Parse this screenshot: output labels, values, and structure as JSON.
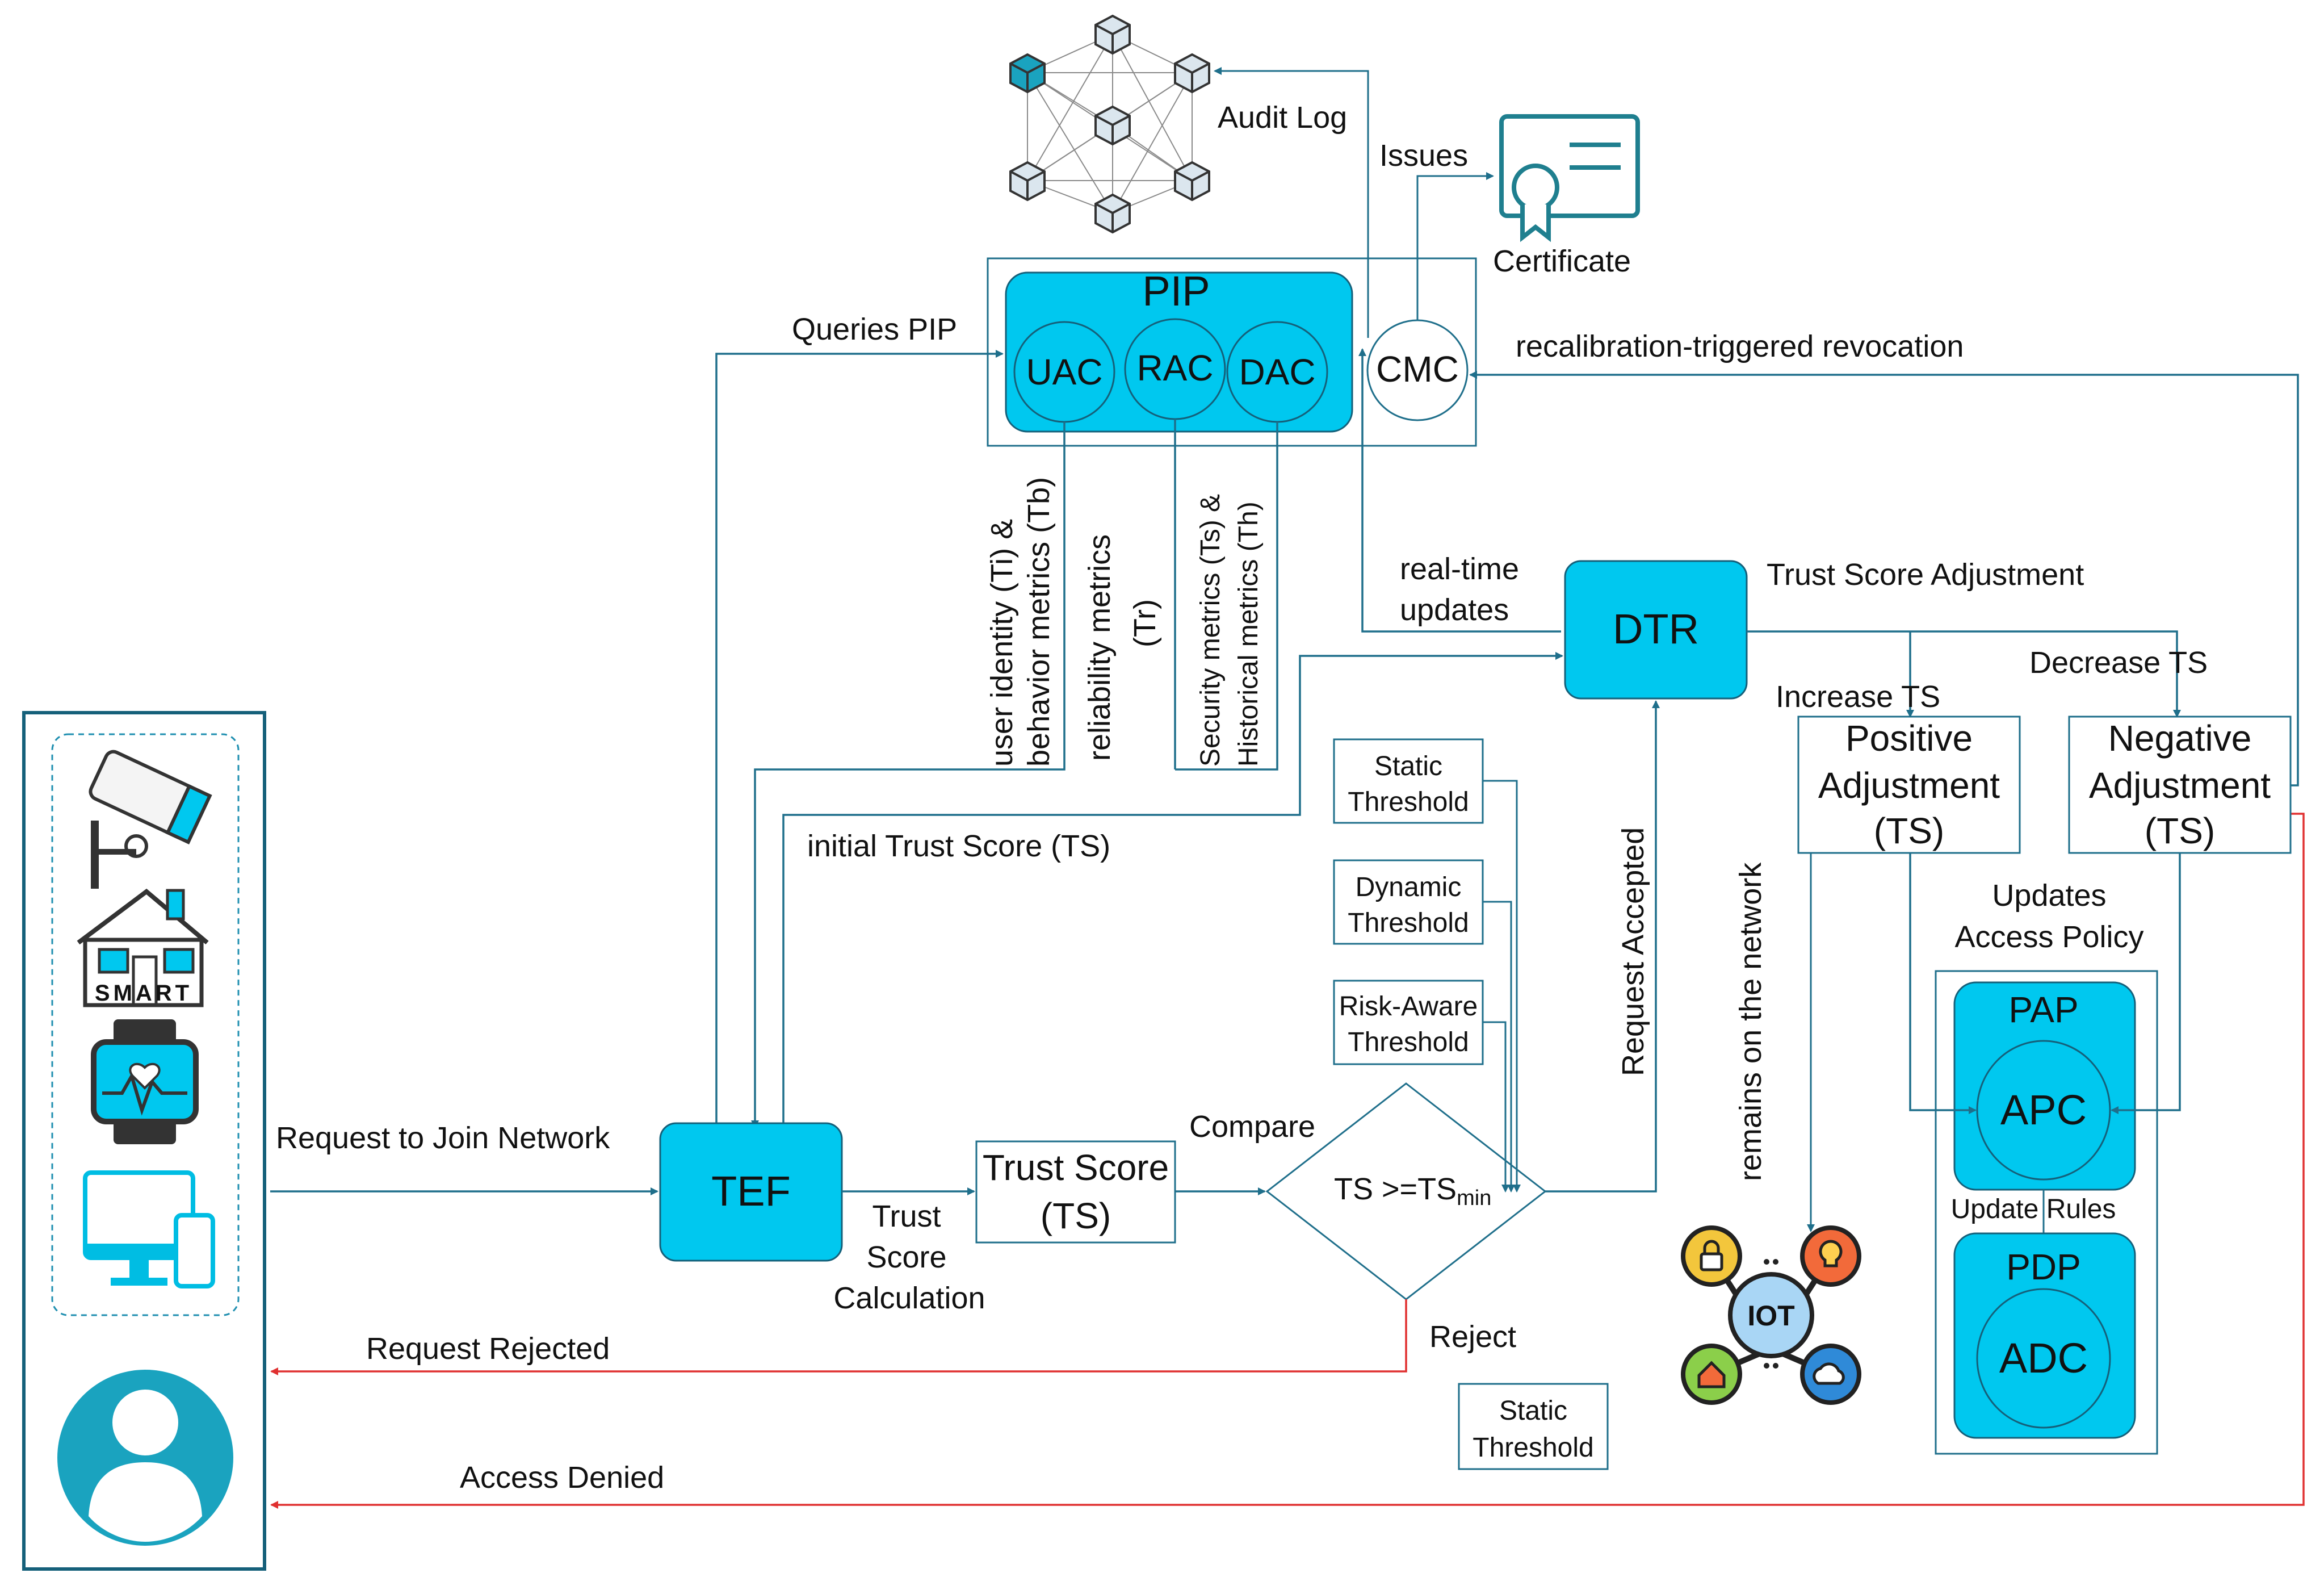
{
  "colors": {
    "accent": "#00c8ef",
    "line": "#1f6f8b",
    "reject_line": "#e03030",
    "panel_border": "#15607a",
    "avatar": "#1aa3bf"
  },
  "blockchain": {
    "icon": "blockchain-network-icon",
    "label": "Audit Log"
  },
  "certificate": {
    "icon": "certificate-icon",
    "label": "Certificate",
    "issues_label": "Issues"
  },
  "pip": {
    "title": "PIP",
    "uac": "UAC",
    "rac": "RAC",
    "dac": "DAC",
    "cmc": "CMC"
  },
  "edges": {
    "queries_pip": "Queries PIP",
    "recalibration": "recalibration-triggered revocation",
    "uac_metrics_line1": "user identity (Ti) &",
    "uac_metrics_line2": "behavior metrics (Tb)",
    "rac_metrics_line1": "reliability  metrics",
    "rac_metrics_line2": "(Tr)",
    "dac_metrics_line1": "Security metrics (Ts) &",
    "dac_metrics_line2": "Historical metrics (Th)",
    "realtime_line1": "real-time",
    "realtime_line2": "updates",
    "initial_ts": "initial Trust Score (TS)",
    "request_join": "Request to Join Network",
    "ts_calc_line1": "Trust",
    "ts_calc_line2": "Score",
    "ts_calc_line3": "Calculation",
    "compare": "Compare",
    "request_accepted": "Request Accepted",
    "request_rejected": "Request Rejected",
    "reject": "Reject",
    "access_denied": "Access Denied",
    "ts_adjustment": "Trust Score Adjustment",
    "increase_ts": "Increase TS",
    "decrease_ts": "Decrease TS",
    "remains": "remains on the network",
    "updates_line1": "Updates",
    "updates_line2": "Access Policy",
    "update_rules": "Update Rules"
  },
  "dtr": {
    "label": "DTR"
  },
  "tef": {
    "label": "TEF"
  },
  "trust_score": {
    "line1": "Trust Score",
    "line2": "(TS)"
  },
  "decision": {
    "main": "TS >=TS",
    "sub": "min"
  },
  "thresholds": {
    "static_line1": "Static",
    "static_line2": "Threshold",
    "dynamic_line1": "Dynamic",
    "dynamic_line2": "Threshold",
    "risk_line1": "Risk-Aware",
    "risk_line2": "Threshold",
    "static_bottom_line1": "Static",
    "static_bottom_line2": "Threshold"
  },
  "positive_adj": {
    "line1": "Positive",
    "line2": "Adjustment",
    "line3": "(TS)"
  },
  "negative_adj": {
    "line1": "Negative",
    "line2": "Adjustment",
    "line3": "(TS)"
  },
  "pap": {
    "title": "PAP",
    "inner": "APC"
  },
  "pdp": {
    "title": "PDP",
    "inner": "ADC"
  },
  "iot": {
    "label": "IOT",
    "icon": "iot-hub-icon"
  },
  "devices": {
    "camera_icon": "security-camera-icon",
    "home_icon": "smart-home-icon",
    "home_label": "SMART",
    "watch_icon": "smartwatch-icon",
    "computer_icon": "computer-phone-icon",
    "user_icon": "user-avatar-icon"
  }
}
